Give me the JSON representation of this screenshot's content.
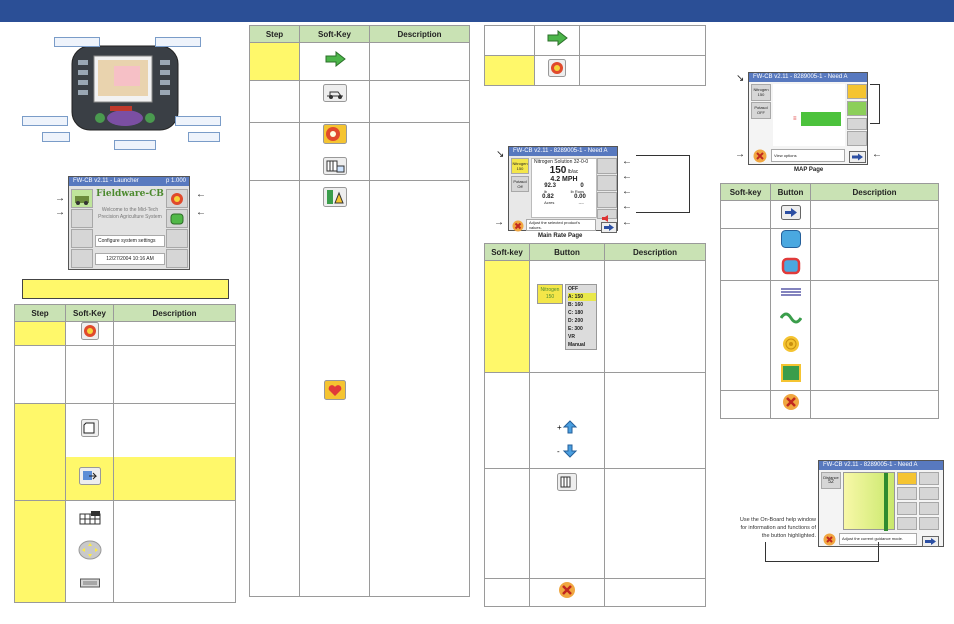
{
  "header": {
    "bar_color": "#2b4f96"
  },
  "launcher": {
    "title": "FW-CB v2.11 - Launcher",
    "page": "p 1.000",
    "logo": "Fieldware-CB",
    "welcome": [
      "Welcome to the Mid-Tech",
      "Precision Agriculture System"
    ],
    "message": "Configure system settings",
    "datetime": "12/27/2004   10:16 AM"
  },
  "table1": {
    "headers": [
      "Step",
      "Soft-Key",
      "Description"
    ],
    "rows": [
      {
        "icons": [
          "stop-red-icon"
        ]
      },
      {
        "icons": []
      },
      {
        "icons": [
          "new-doc-icon",
          "import-icon"
        ]
      },
      {
        "icons": [
          "grid-icon",
          "dpad-icon",
          "keyboard-icon"
        ]
      }
    ]
  },
  "table2": {
    "headers": [
      "Step",
      "Soft-Key",
      "Description"
    ],
    "rows": [
      {
        "icons": [
          "green-arrow-icon"
        ]
      },
      {
        "icons": [
          "vehicle-config-icon"
        ]
      },
      {
        "icons": [
          "spray-reel-icon",
          "product-icon"
        ]
      },
      {
        "icons": [
          "implement-icon",
          "health-kit-icon"
        ]
      }
    ]
  },
  "table3": {
    "rows": [
      {
        "icons": [
          "green-arrow-icon"
        ]
      },
      {
        "icons": [
          "stop-red-icon"
        ]
      }
    ]
  },
  "main_rate": {
    "title": "FW-CB v2.11 - 8289005-1 - Need A",
    "left_btn1": [
      "Nitrogen",
      "150"
    ],
    "left_btn2": [
      "Potasol",
      "Off"
    ],
    "product": "Nitrogen Solution  32-0-0",
    "rate": "150",
    "rate_unit": "lb/ac",
    "speed": "4.2 MPH",
    "val1": "92.3",
    "val1_unit": "lb",
    "val2": "0",
    "val2_unit": "lb Runs",
    "val3": "0.82",
    "val3_unit": "Acres",
    "val4": "0.00",
    "val4_unit": "----",
    "hint": [
      "Adjust the selected product's",
      "values."
    ],
    "caption": "Main Rate Page"
  },
  "table4": {
    "headers": [
      "Soft-key",
      "Button",
      "Description"
    ],
    "rate_menu": {
      "btn": [
        "Nitrogen",
        "150"
      ],
      "options": [
        "OFF",
        "A: 150",
        "B: 160",
        "C: 180",
        "D: 200",
        "E: 300",
        "VR",
        "Manual"
      ]
    }
  },
  "map_page": {
    "title": "FW-CB v2.11 - 8289005-1 - Need A",
    "left_btn1": [
      "Nitrogen",
      "150"
    ],
    "left_btn2": [
      "Potasol",
      "OFF"
    ],
    "hint": "View options",
    "caption": "MAP Page"
  },
  "table5": {
    "headers": [
      "Soft-key",
      "Button",
      "Description"
    ]
  },
  "guidance": {
    "title": "FW-CB v2.11 - 8289005-1 - Need A",
    "left_btn": [
      "Distance",
      "52"
    ],
    "hint": "Adjust the current guidance mode.",
    "help_text": [
      "Use the On-Board  help window",
      "for information and functions of",
      "the button highlighted."
    ]
  }
}
